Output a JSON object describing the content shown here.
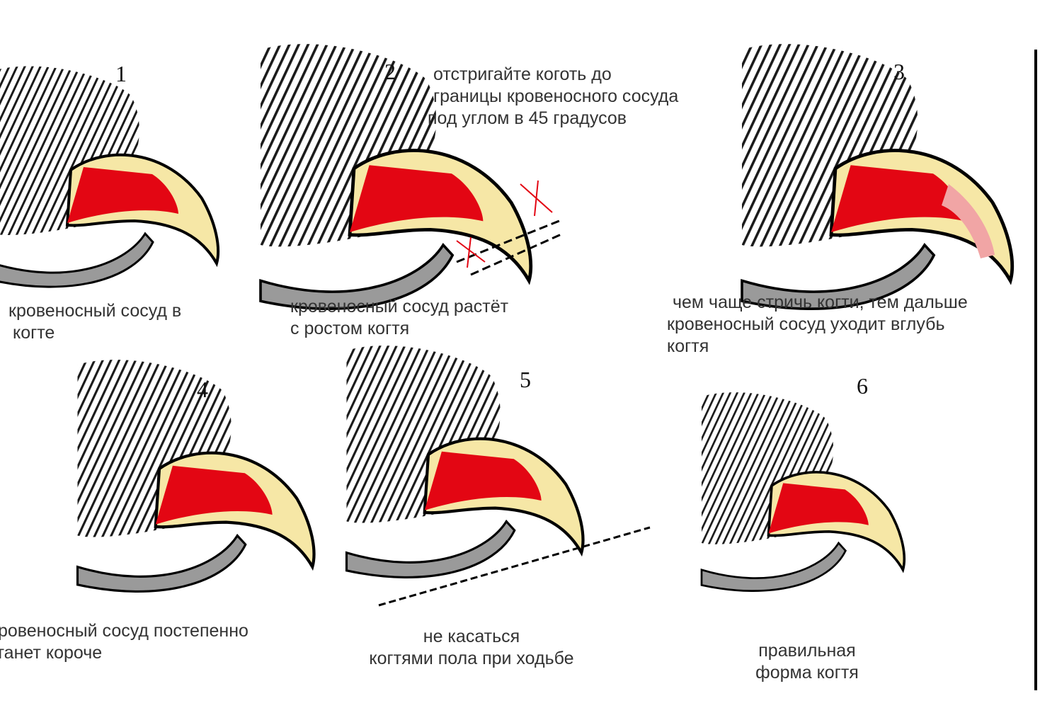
{
  "colors": {
    "claw": "#f6e7a6",
    "quick": "#e30613",
    "pad": "#9a9a9a",
    "fur": "#1a1a1a"
  },
  "panels": [
    {
      "number": "1",
      "caption": [
        "кровеносный сосуд в",
        "когте"
      ]
    },
    {
      "number": "2",
      "caption": [
        "кровеносный сосуд растёт",
        "с ростом когтя"
      ],
      "note": [
        "отстригайте коготь до",
        "границы кровеносного сосуда",
        "под углом в 45 градусов"
      ]
    },
    {
      "number": "3",
      "caption": [
        "чем чаще стричь когти, тем дальше",
        "кровеносный сосуд уходит вглубь",
        "когтя"
      ]
    },
    {
      "number": "4",
      "caption": [
        "кровеносный сосуд постепенно",
        "станет короче"
      ]
    },
    {
      "number": "5",
      "caption": [
        "не касаться",
        "когтями пола при ходьбе"
      ]
    },
    {
      "number": "6",
      "caption": [
        "правильная",
        "форма когтя"
      ]
    }
  ]
}
